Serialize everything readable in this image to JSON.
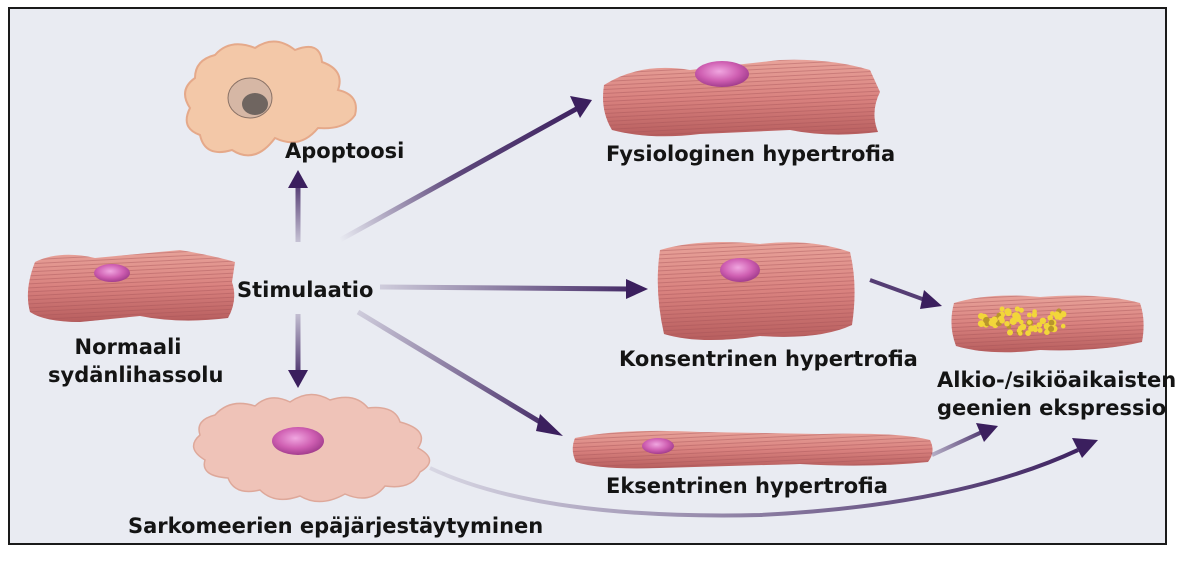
{
  "labels": {
    "apoptosis": "Apoptoosi",
    "physiological": "Fysiologinen hypertrofia",
    "stimulation": "Stimulaatio",
    "normal_line1": "Normaali",
    "normal_line2": "sydänlihassolu",
    "concentric": "Konsentrinen hypertrofia",
    "fetal_line1": "Alkio-/sikiöaikaisten",
    "fetal_line2": "geenien ekspressio",
    "eccentric": "Eksentrinen hypertrofia",
    "sarcomere": "Sarkomeerien epäjärjestäytyminen"
  },
  "colors": {
    "arrow": "#3b1f5e",
    "cell": "#d9827f",
    "nucleus": "#cf5fb2",
    "background": "#e9ebf2"
  }
}
